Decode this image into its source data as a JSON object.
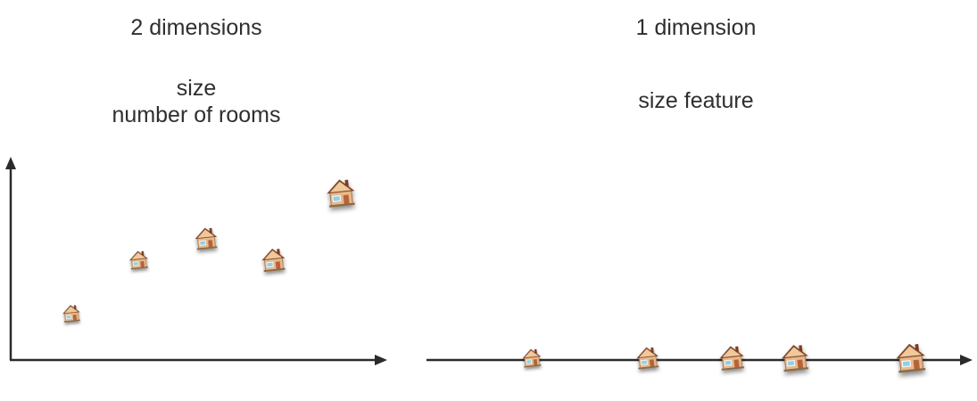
{
  "left_panel": {
    "title": "2 dimensions",
    "features": [
      "size",
      "number of rooms"
    ],
    "houses": [
      {
        "x": 1,
        "y": 1,
        "scale": 0.75
      },
      {
        "x": 2,
        "y": 3,
        "scale": 0.8
      },
      {
        "x": 3,
        "y": 3.8,
        "scale": 0.95
      },
      {
        "x": 4,
        "y": 3,
        "scale": 1.0
      },
      {
        "x": 5,
        "y": 5.5,
        "scale": 1.2
      }
    ]
  },
  "right_panel": {
    "title": "1 dimension",
    "feature": "size feature",
    "houses": [
      {
        "x": 1,
        "scale": 0.8
      },
      {
        "x": 2.1,
        "scale": 0.95
      },
      {
        "x": 2.9,
        "scale": 1.05
      },
      {
        "x": 3.5,
        "scale": 1.15
      },
      {
        "x": 4.6,
        "scale": 1.25
      }
    ]
  },
  "icons": {
    "house": "house-icon",
    "axis_arrow": "arrow-head-icon"
  },
  "colors": {
    "axis": "#2b2b2b",
    "house_wall": "#e8b98a",
    "house_roof": "#7a3e24",
    "house_window": "#8fd0e8",
    "house_door": "#b4633a"
  }
}
